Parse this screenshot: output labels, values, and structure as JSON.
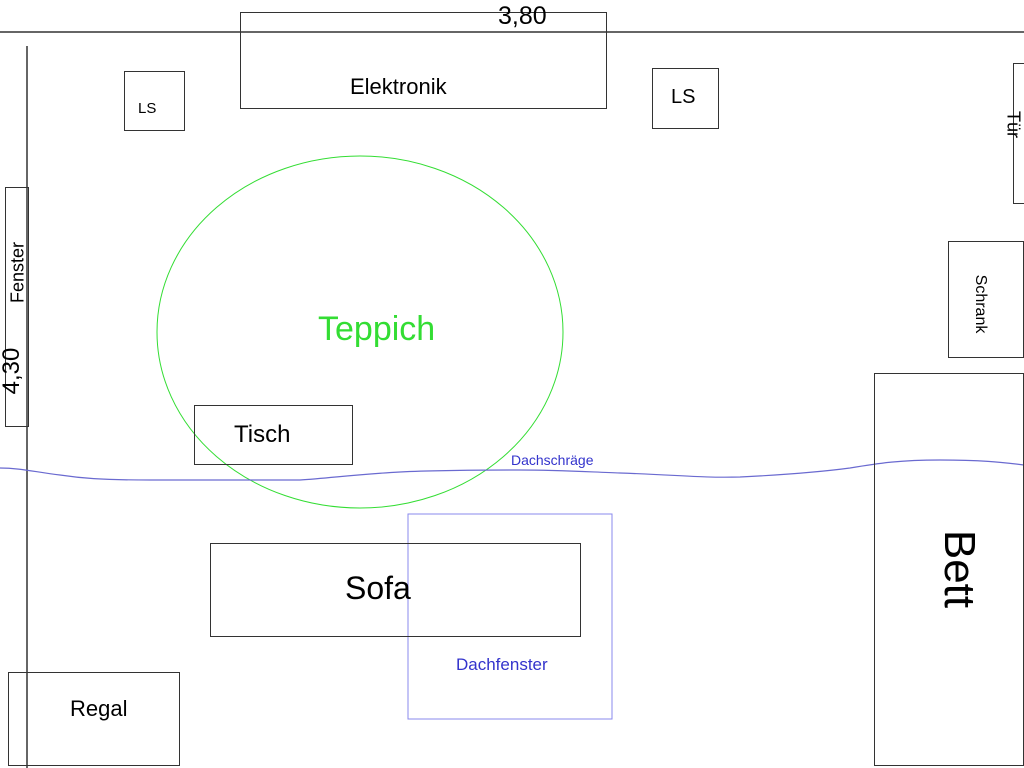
{
  "diagram": {
    "type": "floor-plan",
    "dimensions": {
      "width_label": "3,80",
      "height_label": "4,30"
    },
    "furniture": {
      "elektronik": "Elektronik",
      "speaker_left": "LS",
      "speaker_right": "LS",
      "door": "Tür",
      "window": "Fenster",
      "wardrobe": "Schrank",
      "rug": "Teppich",
      "table": "Tisch",
      "sofa": "Sofa",
      "bed": "Bett",
      "shelf": "Regal"
    },
    "roof": {
      "slope": "Dachschräge",
      "skylight": "Dachfenster"
    },
    "colors": {
      "outline": "#333333",
      "rug": "#33dd33",
      "roof": "#3333cc",
      "skylight_border": "#8888ee"
    }
  }
}
